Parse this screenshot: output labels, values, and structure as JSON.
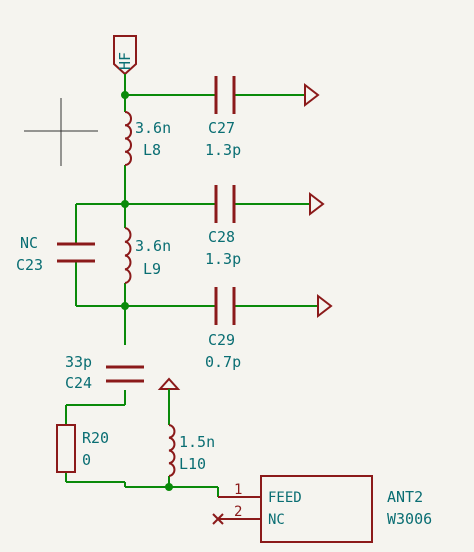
{
  "net_label": "HF",
  "components": {
    "L8": {
      "ref": "L8",
      "value": "3.6n"
    },
    "L9": {
      "ref": "L9",
      "value": "3.6n"
    },
    "L10": {
      "ref": "L10",
      "value": "1.5n"
    },
    "C27": {
      "ref": "C27",
      "value": "1.3p"
    },
    "C28": {
      "ref": "C28",
      "value": "1.3p"
    },
    "C29": {
      "ref": "C29",
      "value": "0.7p"
    },
    "C23": {
      "ref": "C23",
      "value": "NC"
    },
    "C24": {
      "ref": "C24",
      "value": "33p"
    },
    "R20": {
      "ref": "R20",
      "value": "0"
    },
    "ANT2": {
      "ref": "ANT2",
      "value": "W3006",
      "pins": [
        {
          "number": "1",
          "name": "FEED"
        },
        {
          "number": "2",
          "name": "NC"
        }
      ]
    }
  }
}
